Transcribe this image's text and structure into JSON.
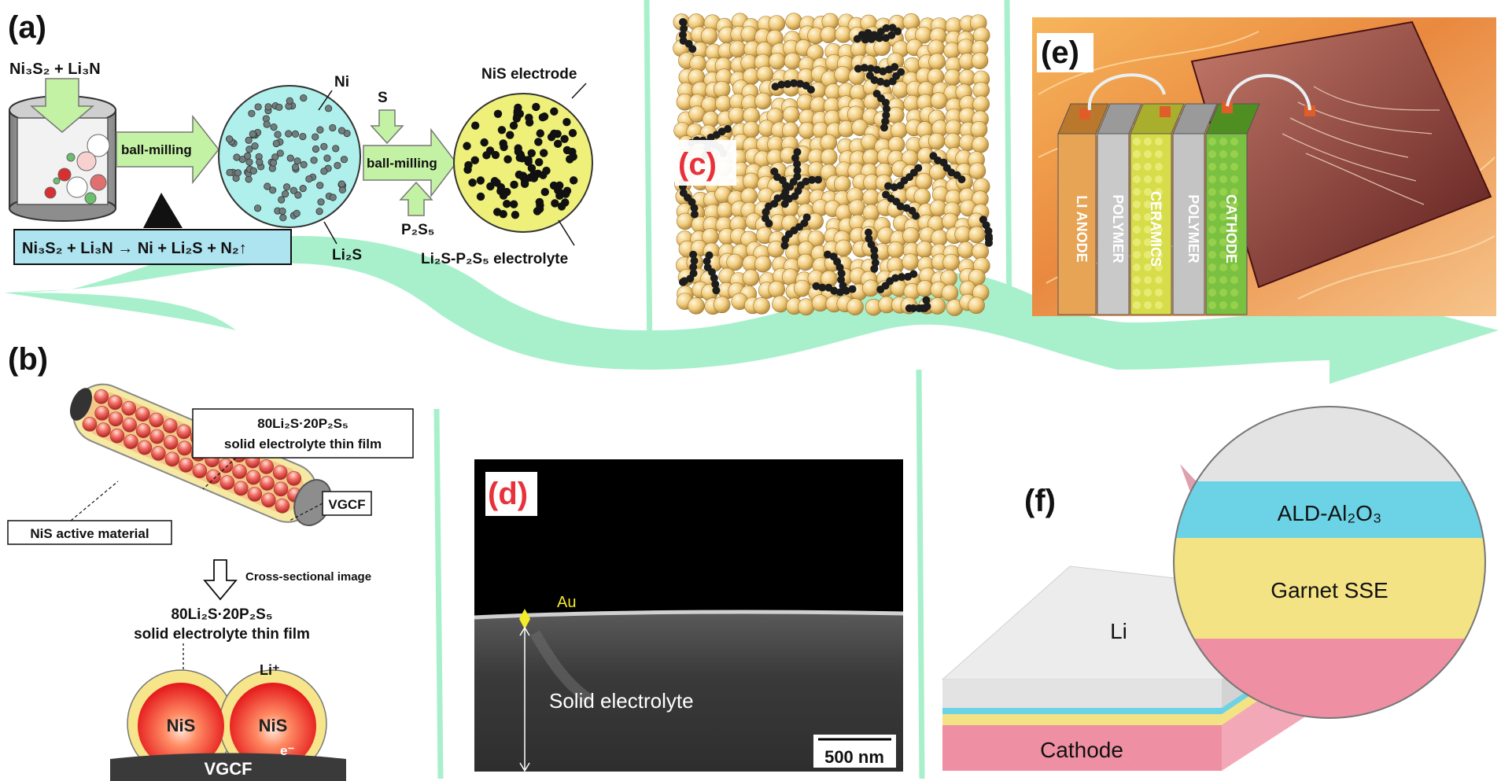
{
  "panels": {
    "a": {
      "label": "(a)",
      "reactants": "Ni₃S₂ + Li₃N",
      "ball_milling_1": "ball-milling",
      "ni": "Ni",
      "li2s": "Li₂S",
      "s": "S",
      "ball_milling_2": "ball-milling",
      "p2s5": "P₂S₅",
      "nis_electrode": "NiS electrode",
      "electrolyte": "Li₂S-P₂S₅ electrolyte",
      "equation": "Ni₃S₂ + Li₃N → Ni + Li₂S + N₂↑"
    },
    "b": {
      "label": "(b)",
      "film_line1": "80Li₂S·20P₂S₅",
      "film_line2": "solid electrolyte thin film",
      "vgcf": "VGCF",
      "nis_active": "NiS active material",
      "cross_section": "Cross-sectional image",
      "film2_line1": "80Li₂S·20P₂S₅",
      "film2_line2": "solid electrolyte thin film",
      "li_plus": "Li⁺",
      "nis_left": "NiS",
      "nis_right": "NiS",
      "vgcf_bottom": "VGCF",
      "e_minus": "e⁻"
    },
    "c": {
      "label": "(c)"
    },
    "d": {
      "label": "(d)",
      "au": "Au",
      "solid_electrolyte": "Solid electrolyte",
      "scale_bar": "500 nm"
    },
    "e": {
      "label": "(e)",
      "layers": [
        "LI ANODE",
        "POLYMER",
        "CERAMICS",
        "POLYMER",
        "CATHODE"
      ]
    },
    "f": {
      "label": "(f)",
      "ald": "ALD-Al₂O₃",
      "garnet": "Garnet SSE",
      "li": "Li",
      "cathode": "Cathode"
    }
  },
  "colors": {
    "arrow": "#a8f0cc",
    "gold_sphere": "#f1cc7e",
    "polymer_chain": "#1c1c1c",
    "ald_layer": "#6cd3e6",
    "garnet_layer": "#f3e385",
    "cathode_layer": "#ee8fa3",
    "li_layer": "#e3e3e3"
  }
}
